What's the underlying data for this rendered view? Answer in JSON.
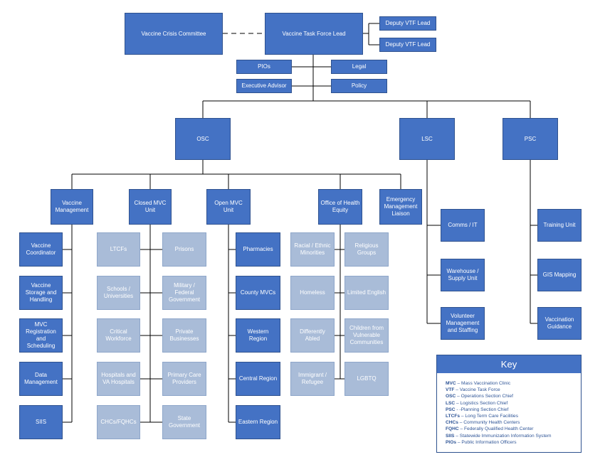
{
  "colors": {
    "dark_box": "#4472c4",
    "light_box": "#a9bcd8",
    "line": "#000000",
    "key_text": "#2f5597"
  },
  "nodes": {
    "crisis": "Vaccine Crisis Committee",
    "vtf_lead": "Vaccine Task Force Lead",
    "deputy1": "Deputy VTF Lead",
    "deputy2": "Deputy VTF Lead",
    "pios": "PIOs",
    "legal": "Legal",
    "exec_advisor": "Executive Advisor",
    "policy": "Policy",
    "osc": "OSC",
    "lsc": "LSC",
    "psc": "PSC",
    "vaccine_mgmt": "Vaccine Management",
    "closed_mvc": "Closed MVC Unit",
    "open_mvc": "Open MVC Unit",
    "health_equity": "Office of Health Equity",
    "emergency_liaison": "Emergency Management Liaison",
    "vaccine_coordinator": "Vaccine Coordinator",
    "storage_handling": "Vaccine Storage and Handling",
    "mvc_registration": "MVC Registration and Scheduling",
    "data_mgmt": "Data Management",
    "siis": "SIIS",
    "ltcfs": "LTCFs",
    "prisons": "Prisons",
    "schools": "Schools / Universities",
    "military": "Military / Federal Government",
    "critical_workforce": "Critical Workforce",
    "private_business": "Private Businesses",
    "hospitals": "Hospitals and VA Hospitals",
    "primary_care": "Primary Care Providers",
    "chcs": "CHCs/FQHCs",
    "state_gov": "State Government",
    "pharmacies": "Pharmacies",
    "county_mvcs": "County MVCs",
    "western": "Western Region",
    "central": "Central Region",
    "eastern": "Eastern Region",
    "racial": "Racial / Ethnic Minorities",
    "religious": "Religious Groups",
    "homeless": "Homeless",
    "limited_english": "Limited English",
    "differently_abled": "Differently Abled",
    "children": "Children from Vulnerable Communities",
    "immigrant": "Immigrant / Refugee",
    "lgbtq": "LGBTQ",
    "comms_it": "Comms / IT",
    "warehouse": "Warehouse / Supply Unit",
    "volunteer": "Volunteer Management and Staffing",
    "training": "Training Unit",
    "gis": "GIS Mapping",
    "vacc_guidance": "Vaccination Guidance"
  },
  "key": {
    "title": "Key",
    "entries": [
      {
        "abbr": "MVC",
        "def": " – Mass Vaccination Clinic"
      },
      {
        "abbr": "VTF",
        "def": " – Vaccine Task Force"
      },
      {
        "abbr": "OSC",
        "def": " – Operations Section Chief"
      },
      {
        "abbr": "LSC",
        "def": " – Logistics Section Chief"
      },
      {
        "abbr": "PSC",
        "def": " - -Planning Section Chief"
      },
      {
        "abbr": "LTCFs",
        "def": " – Long Term Care Facilities"
      },
      {
        "abbr": "CHCs",
        "def": " – Community Health Centers"
      },
      {
        "abbr": "FQHC",
        "def": " – Federally Qualified Health Center"
      },
      {
        "abbr": "SIIS",
        "def": " – Statewide Immunization Information System"
      },
      {
        "abbr": "PIOs",
        "def": " – Public Information Officers"
      }
    ]
  }
}
